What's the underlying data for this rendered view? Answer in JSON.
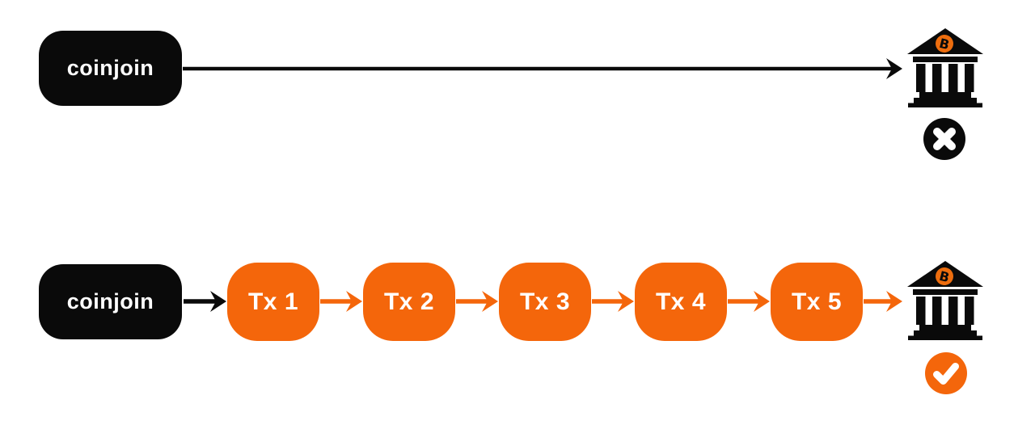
{
  "colors": {
    "node_black": "#0a0a0a",
    "accent_orange": "#f4660b",
    "text_white": "#ffffff"
  },
  "top_flow": {
    "source_label": "coinjoin",
    "destination_icon": "bank-bitcoin-icon",
    "result_icon": "cross-icon"
  },
  "bottom_flow": {
    "source_label": "coinjoin",
    "transactions": [
      "Tx 1",
      "Tx 2",
      "Tx 3",
      "Tx 4",
      "Tx 5"
    ],
    "destination_icon": "bank-bitcoin-icon",
    "result_icon": "check-icon"
  },
  "bitcoin_symbol": "B"
}
